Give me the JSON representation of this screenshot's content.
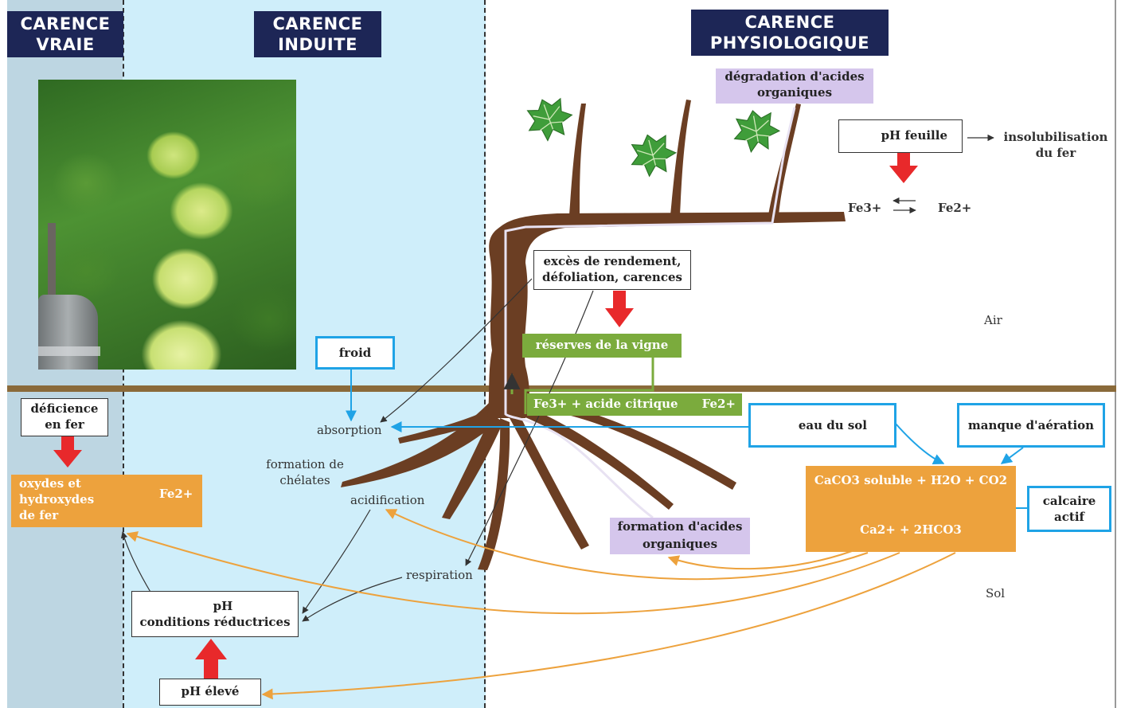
{
  "headers": {
    "vraie": [
      "CARENCE",
      "VRAIE"
    ],
    "induite": [
      "CARENCE",
      "INDUITE"
    ],
    "physio": [
      "CARENCE",
      "PHYSIOLOGIQUE"
    ]
  },
  "labels": {
    "degradation": [
      "dégradation d'acides",
      "organiques"
    ],
    "ph_feuille": "pH feuille",
    "insolubilisation": [
      "insolubilisation",
      "du fer"
    ],
    "fe3_leaf": "Fe3+",
    "fe2_leaf": "Fe2+",
    "exces": [
      "excès de rendement,",
      "défoliation, carences"
    ],
    "air": "Air",
    "sol": "Sol",
    "froid": "froid",
    "reserves": "réserves de la vigne",
    "fe3_root": "Fe3+",
    "acide_citrique": "+ acide citrique",
    "fe2_root": "Fe2+",
    "deficience": [
      "déficience",
      "en fer"
    ],
    "absorption": "absorption",
    "eau_du_sol": "eau du sol",
    "manque_aeration": "manque d'aération",
    "formation_chelates": [
      "formation de",
      "chélates"
    ],
    "acidification": "acidification",
    "oxydes": [
      "oxydes et",
      "hydroxydes",
      "de fer"
    ],
    "fe2_oxydes": "Fe2+",
    "caco3_top": "CaCO3 soluble + H2O + CO2",
    "caco3_bottom": "Ca2+ + 2HCO3",
    "calcaire_actif": [
      "calcaire",
      "actif"
    ],
    "formation_acides": [
      "formation d'acides",
      "organiques"
    ],
    "respiration": "respiration",
    "ph_reduc": [
      "pH",
      "conditions réductrices"
    ],
    "ph_eleve": "pH élevé"
  },
  "colors": {
    "header_bg": "#1d2656",
    "zone_vraie": "#bdd6e2",
    "zone_induite": "#cfeefa",
    "orange_box": "#eda23d",
    "blue_border": "#1fa3e6",
    "lilac_box": "#d5c6ec",
    "green_box": "#7bab3d",
    "red_arrow": "#e8292b",
    "trunk": "#6b3e23",
    "ground_line": "#8a6a3a"
  },
  "icons": [
    "up-arrow-icon",
    "down-arrow-icon",
    "equilibrium-arrows-icon",
    "vine-leaf-icon",
    "vineyard-photo"
  ]
}
